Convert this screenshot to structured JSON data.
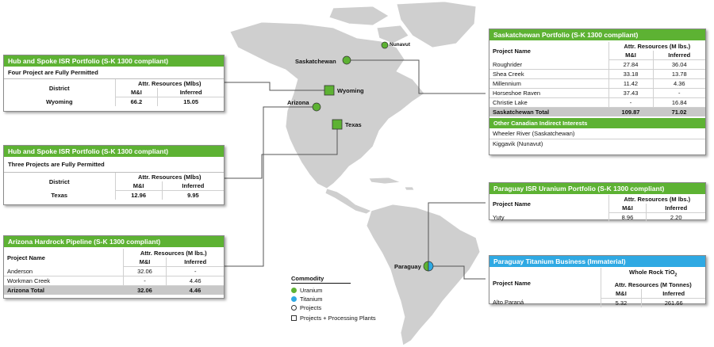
{
  "colors": {
    "uranium": "#5db233",
    "titanium": "#2fa9e3",
    "land": "#cfcfcf",
    "total_bg": "#c8c8c8"
  },
  "markers": {
    "nunavut": "Nunavut",
    "saskatchewan": "Saskatchewan",
    "wyoming": "Wyoming",
    "arizona": "Arizona",
    "texas": "Texas",
    "paraguay": "Paraguay"
  },
  "wyoming_panel": {
    "title": "Hub and Spoke ISR Portfolio (S-K 1300 compliant)",
    "subtitle": "Four Project are Fully Permitted",
    "col_district": "District",
    "col_resources": "Attr. Resources (Mlbs)",
    "col_mi": "M&I",
    "col_inferred": "Inferred",
    "rows": [
      {
        "name": "Wyoming",
        "mi": "66.2",
        "inferred": "15.05"
      }
    ]
  },
  "texas_panel": {
    "title": "Hub and Spoke ISR Portfolio (S-K 1300 compliant)",
    "subtitle": "Three Projects are Fully Permitted",
    "col_district": "District",
    "col_resources": "Attr. Resources (Mlbs)",
    "col_mi": "M&I",
    "col_inferred": "Inferred",
    "rows": [
      {
        "name": "Texas",
        "mi": "12.96",
        "inferred": "9.95"
      }
    ]
  },
  "arizona_panel": {
    "title": "Arizona Hardrock Pipeline (S-K 1300 compliant)",
    "col_project": "Project Name",
    "col_resources": "Attr. Resources (M lbs.)",
    "col_mi": "M&I",
    "col_inferred": "Inferred",
    "rows": [
      {
        "name": "Anderson",
        "mi": "32.06",
        "inferred": "-"
      },
      {
        "name": "Workman Creek",
        "mi": "-",
        "inferred": "4.46"
      }
    ],
    "total": {
      "name": "Arizona Total",
      "mi": "32.06",
      "inferred": "4.46"
    }
  },
  "saskatchewan_panel": {
    "title": "Saskatchewan Portfolio (S-K 1300 compliant)",
    "col_project": "Project Name",
    "col_resources": "Attr. Resources (M lbs.)",
    "col_mi": "M&I",
    "col_inferred": "Inferred",
    "rows": [
      {
        "name": "Roughrider",
        "mi": "27.84",
        "inferred": "36.04"
      },
      {
        "name": "Shea Creek",
        "mi": "33.18",
        "inferred": "13.78"
      },
      {
        "name": "Millennium",
        "mi": "11.42",
        "inferred": "4.36"
      },
      {
        "name": "Horseshoe Raven",
        "mi": "37.43",
        "inferred": "-"
      },
      {
        "name": "Christie Lake",
        "mi": "-",
        "inferred": "16.84"
      }
    ],
    "total": {
      "name": "Saskatchewan Total",
      "mi": "109.87",
      "inferred": "71.02"
    },
    "other_title": "Other Canadian Indirect Interests",
    "other_items": [
      "Wheeler River (Saskatchewan)",
      "Kiggavik (Nunavut)"
    ]
  },
  "paraguay_isr_panel": {
    "title": "Paraguay ISR Uranium Portfolio (S-K 1300 compliant)",
    "col_project": "Project Name",
    "col_resources": "Attr. Resources (M lbs.)",
    "col_mi": "M&I",
    "col_inferred": "Inferred",
    "rows": [
      {
        "name": "Yuty",
        "mi": "8.96",
        "inferred": "2.20"
      }
    ]
  },
  "paraguay_ti_panel": {
    "title": "Paraguay Titanium Business (Immaterial)",
    "col_project": "Project Name",
    "col_whole_rock": "Whole Rock TiO",
    "col_whole_rock_sub": "2",
    "col_resources": "Attr. Resources (M Tonnes)",
    "col_mi": "M&I",
    "col_inferred": "Inferred",
    "rows": [
      {
        "name": "Alto Paraná",
        "mi": "5.32",
        "inferred": "261.66"
      }
    ]
  },
  "legend": {
    "title": "Commodity",
    "uranium": "Uranium",
    "titanium": "Titanium",
    "projects": "Projects",
    "projects_plants": "Projects + Processing Plants"
  }
}
